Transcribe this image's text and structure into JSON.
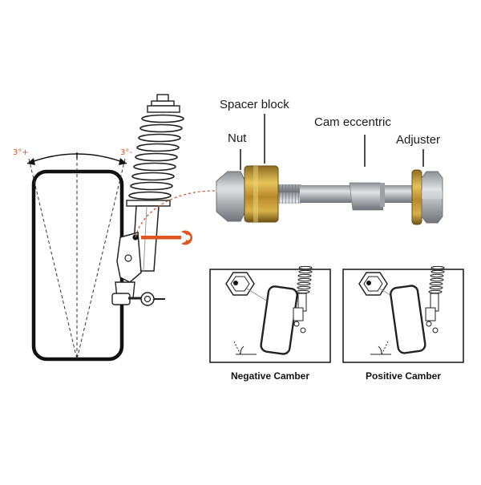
{
  "labels": {
    "spacer_block": "Spacer block",
    "nut": "Nut",
    "cam_eccentric": "Cam eccentric",
    "adjuster": "Adjuster"
  },
  "angles": {
    "left": "3°+",
    "right": "3°-"
  },
  "captions": {
    "negative": "Negative Camber",
    "positive": "Positive Camber"
  },
  "colors": {
    "accent": "#e0551f",
    "outline": "#111111",
    "zinc_gold": "#c9a43a",
    "steel": "#b9bcbf"
  },
  "icons": [
    "wrench-icon",
    "hex-nut-icon"
  ]
}
